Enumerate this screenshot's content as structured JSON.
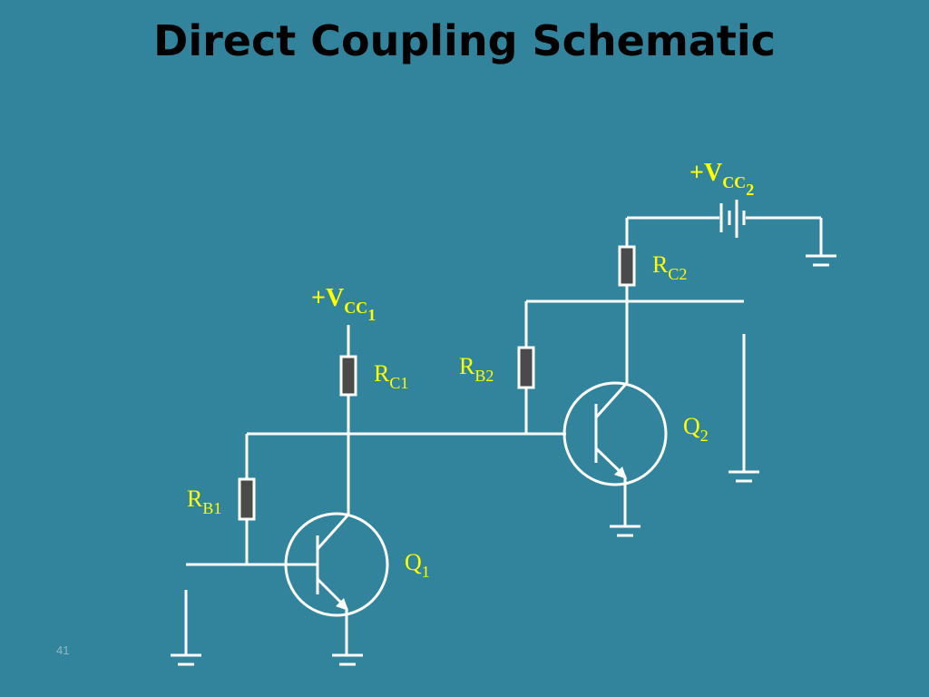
{
  "title": "Direct Coupling Schematic",
  "slide_number": "41",
  "labels": {
    "vcc1": {
      "main": "+V",
      "sub": "CC",
      "subsub": "1"
    },
    "vcc2": {
      "main": "+V",
      "sub": "CC",
      "subsub": "2"
    },
    "rc1": {
      "main": "R",
      "sub": "C1"
    },
    "rc2": {
      "main": "R",
      "sub": "C2"
    },
    "rb1": {
      "main": "R",
      "sub": "B1"
    },
    "rb2": {
      "main": "R",
      "sub": "B2"
    },
    "q1": {
      "main": "Q",
      "sub": "1"
    },
    "q2": {
      "main": "Q",
      "sub": "2"
    }
  }
}
